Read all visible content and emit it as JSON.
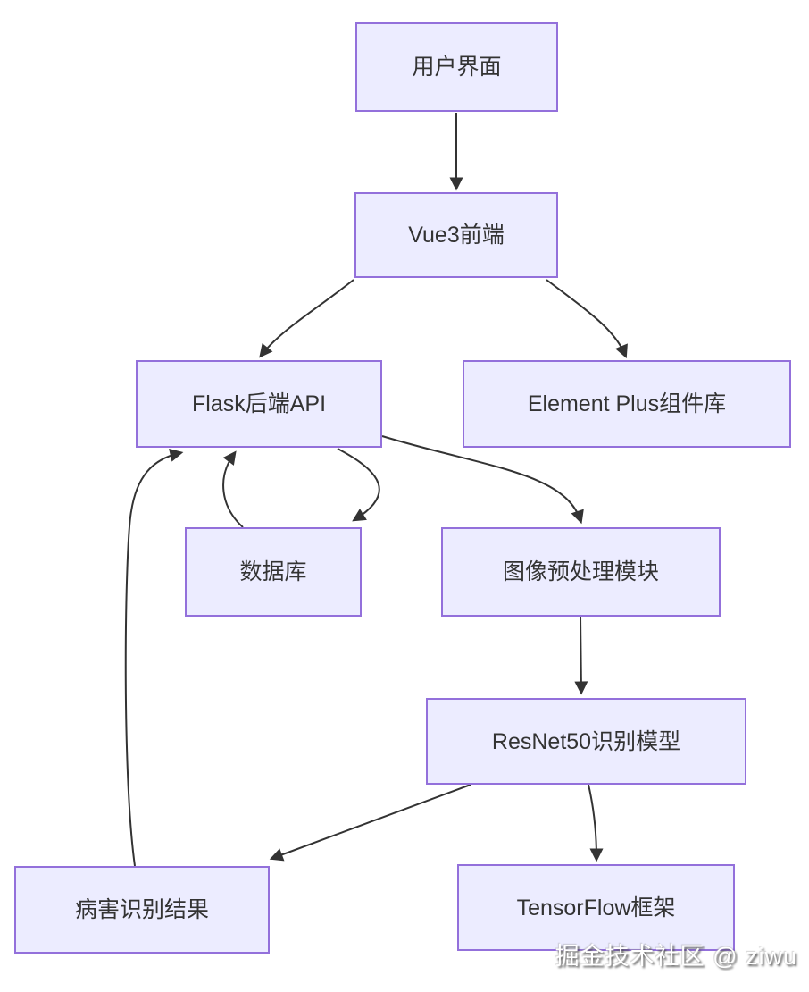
{
  "diagram": {
    "title": "system-architecture-flowchart",
    "colors": {
      "background": "#ffffff",
      "node_fill": "#ECECFF",
      "node_border": "#9370DB",
      "edge_color": "#333333",
      "text_color": "#333333"
    },
    "nodes": [
      {
        "id": "user-interface",
        "label": "用户界面"
      },
      {
        "id": "vue3-frontend",
        "label": "Vue3前端"
      },
      {
        "id": "flask-api",
        "label": "Flask后端API"
      },
      {
        "id": "element-plus",
        "label": "Element Plus组件库"
      },
      {
        "id": "database",
        "label": "数据库"
      },
      {
        "id": "image-preprocess",
        "label": "图像预处理模块"
      },
      {
        "id": "resnet50-model",
        "label": "ResNet50识别模型"
      },
      {
        "id": "disease-result",
        "label": "病害识别结果"
      },
      {
        "id": "tensorflow",
        "label": "TensorFlow框架"
      }
    ],
    "edges": [
      {
        "from": "用户界面",
        "to": "Vue3前端"
      },
      {
        "from": "Vue3前端",
        "to": "Flask后端API"
      },
      {
        "from": "Vue3前端",
        "to": "Element Plus组件库"
      },
      {
        "from": "Flask后端API",
        "to": "数据库"
      },
      {
        "from": "数据库",
        "to": "Flask后端API"
      },
      {
        "from": "Flask后端API",
        "to": "图像预处理模块"
      },
      {
        "from": "图像预处理模块",
        "to": "ResNet50识别模型"
      },
      {
        "from": "ResNet50识别模型",
        "to": "病害识别结果"
      },
      {
        "from": "ResNet50识别模型",
        "to": "TensorFlow框架"
      },
      {
        "from": "病害识别结果",
        "to": "Flask后端API"
      }
    ]
  },
  "watermark": {
    "text": "掘金技术社区 @ ziwu"
  }
}
